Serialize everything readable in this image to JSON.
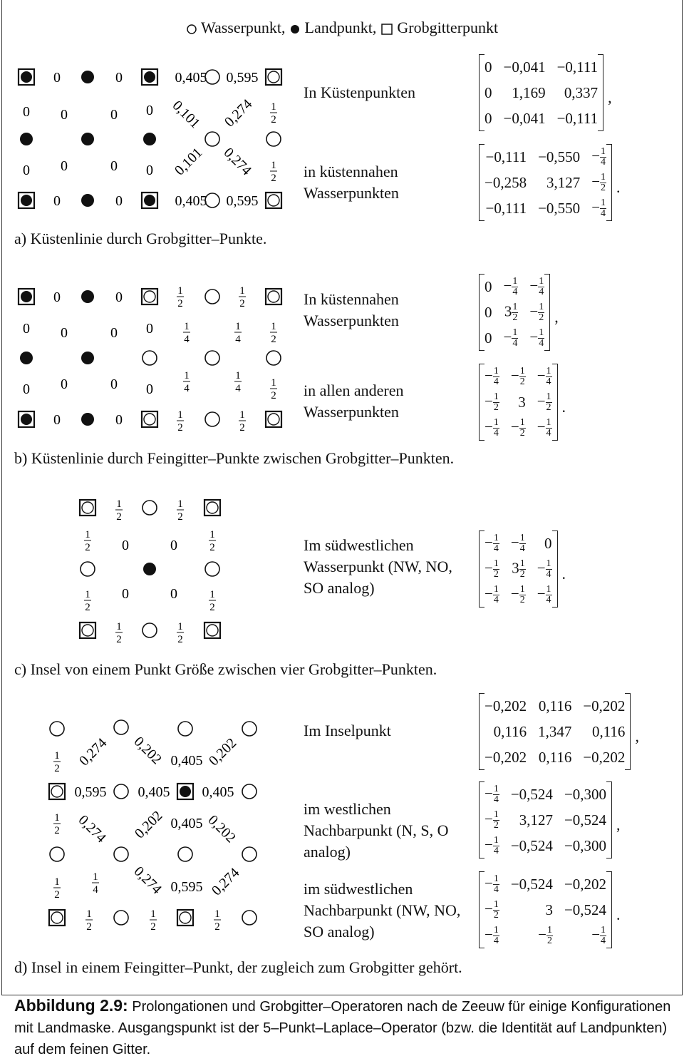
{
  "legend": {
    "water": "Wasserpunkt,",
    "land": "Landpunkt,",
    "coarse": "Grobgitterpunkt"
  },
  "panels": [
    {
      "caption": "a) Küstenlinie durch Grobgitter–Punkte.",
      "ops": [
        {
          "label": "In Küstenpunkten",
          "punct": ",",
          "rows": [
            [
              "0",
              "−0,041",
              "−0,111"
            ],
            [
              "0",
              "1,169",
              "0,337"
            ],
            [
              "0",
              "−0,041",
              "−0,111"
            ]
          ]
        },
        {
          "label": "in küstennahen Wasserpunkten",
          "punct": ".",
          "rows": [
            [
              "−0,111",
              "−0,550",
              "−1/4"
            ],
            [
              "−0,258",
              "3,127",
              "−1/2"
            ],
            [
              "−0,111",
              "−0,550",
              "−1/4"
            ]
          ]
        }
      ]
    },
    {
      "caption": "b) Küstenlinie durch Feingitter–Punkte zwischen Grobgitter–Punkten.",
      "ops": [
        {
          "label": "In küstennahen Wasserpunkten",
          "punct": ",",
          "rows": [
            [
              "0",
              "−1/4",
              "−1/4"
            ],
            [
              "0",
              "3 1/2",
              "−1/2"
            ],
            [
              "0",
              "−1/4",
              "−1/4"
            ]
          ]
        },
        {
          "label": "in allen anderen Wasserpunkten",
          "punct": ".",
          "rows": [
            [
              "−1/4",
              "−1/2",
              "−1/4"
            ],
            [
              "−1/2",
              "3",
              "−1/2"
            ],
            [
              "−1/4",
              "−1/2",
              "−1/4"
            ]
          ]
        }
      ]
    },
    {
      "caption": "c) Insel von einem Punkt Größe zwischen vier Grobgitter–Punkten.",
      "ops": [
        {
          "label": "Im südwestlichen Wasserpunkt (NW, NO, SO analog)",
          "punct": ".",
          "rows": [
            [
              "−1/4",
              "−1/4",
              "0"
            ],
            [
              "−1/2",
              "3 1/2",
              "−1/4"
            ],
            [
              "−1/4",
              "−1/2",
              "−1/4"
            ]
          ]
        }
      ]
    },
    {
      "caption": "d) Insel in einem Feingitter–Punkt, der zugleich zum Grobgitter gehört.",
      "ops": [
        {
          "label": "Im Inselpunkt",
          "punct": ",",
          "rows": [
            [
              "−0,202",
              "0,116",
              "−0,202"
            ],
            [
              "0,116",
              "1,347",
              "0,116"
            ],
            [
              "−0,202",
              "0,116",
              "−0,202"
            ]
          ]
        },
        {
          "label": "im westlichen Nachbarpunkt (N, S, O analog)",
          "punct": ",",
          "rows": [
            [
              "−1/4",
              "−0,524",
              "−0,300"
            ],
            [
              "−1/2",
              "3,127",
              "−0,524"
            ],
            [
              "−1/4",
              "−0,524",
              "−0,300"
            ]
          ]
        },
        {
          "label": "im südwestlichen Nachbarpunkt (NW, NO, SO analog)",
          "punct": ".",
          "rows": [
            [
              "−1/4",
              "−0,524",
              "−0,202"
            ],
            [
              "−1/2",
              "3",
              "−0,524"
            ],
            [
              "−1/4",
              "−1/2",
              "−1/4"
            ]
          ]
        }
      ]
    }
  ],
  "grids": {
    "a": {
      "labels": [
        "0",
        "0",
        "0,405",
        "0,595",
        "0",
        "0",
        "0",
        "0",
        "0,101",
        "0,274",
        "1/2",
        "0",
        "0",
        "0",
        "0",
        "0,101",
        "0,274",
        "1/2",
        "0",
        "0",
        "0,405",
        "0,595"
      ]
    },
    "b": {
      "labels": [
        "0",
        "0",
        "1/2",
        "1/2",
        "0",
        "0",
        "0",
        "0",
        "1/4",
        "1/4",
        "1/2",
        "0",
        "0",
        "0",
        "0",
        "1/4",
        "1/4",
        "1/2",
        "0",
        "0",
        "1/2",
        "1/2"
      ]
    },
    "c": {
      "labels": [
        "1/2",
        "1/2",
        "1/2",
        "0",
        "0",
        "1/2",
        "1/2",
        "0",
        "0",
        "1/2",
        "1/2",
        "1/2"
      ]
    },
    "d": {
      "labels": [
        "1/2",
        "0,274",
        "0,202",
        "0,405",
        "0,202",
        "0,595",
        "0,405",
        "0,405",
        "1/2",
        "0,274",
        "0,202",
        "0,405",
        "0,202",
        "1/2",
        "1/4",
        "0,274",
        "0,595",
        "0,274",
        "1/2",
        "1/2",
        "1/2"
      ]
    }
  },
  "figure_caption": {
    "title": "Abbildung 2.9:",
    "text": "Prolongationen und Grobgitter–Operatoren nach de Zeeuw für einige Konfigurationen mit Landmaske. Ausgangspunkt ist der 5–Punkt–Laplace–Operator (bzw. die Identität auf Landpunkten) auf dem feinen Gitter."
  }
}
